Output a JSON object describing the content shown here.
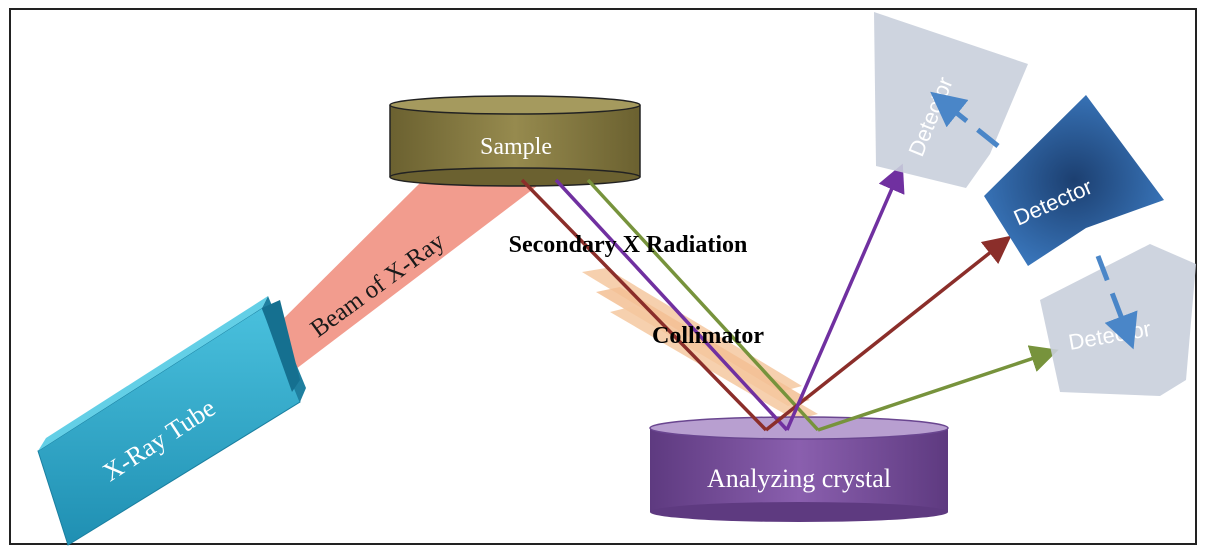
{
  "diagram": {
    "labels": {
      "sample": "Sample",
      "beam": "Beam of X-Ray",
      "tube": "X-Ray Tube",
      "secondary": "Secondary X Radiation",
      "collimator": "Collimator",
      "crystal": "Analyzing crystal",
      "detector_top": "Detector",
      "detector_main": "Detector",
      "detector_bottom": "Detector"
    },
    "colors": {
      "sample_fill": "#857a40",
      "beam_fill": "#f29c8e",
      "tube_fill": "#2aa5c8",
      "collimator_fill": "#f5c8a0",
      "crystal_fill": "#7a4f9b",
      "detector_main_fill": "#2a5f9e",
      "detector_ghost_fill": "#c9cfdc",
      "ray_brown": "#8b2e2a",
      "ray_purple": "#7030a0",
      "ray_green": "#77933c",
      "dashed_arrow": "#4a86c8"
    }
  }
}
